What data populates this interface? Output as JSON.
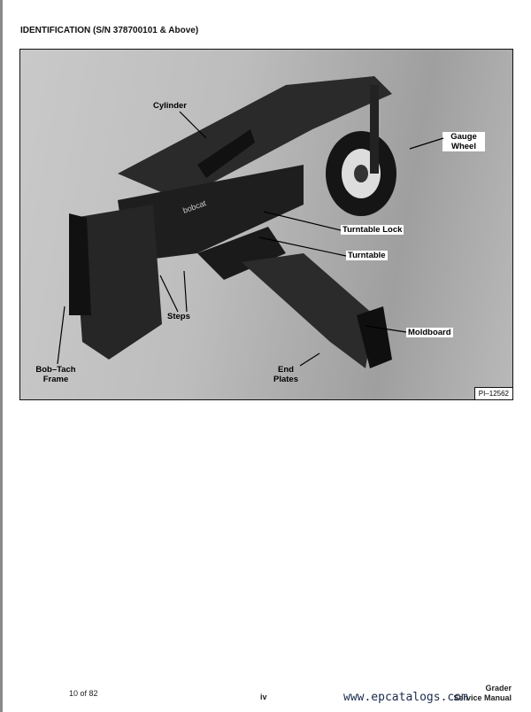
{
  "header": {
    "title": "IDENTIFICATION (S/N 378700101 & Above)"
  },
  "figure": {
    "labels": {
      "cylinder": "Cylinder",
      "gauge_wheel": "Gauge Wheel",
      "turntable_lock": "Turntable Lock",
      "turntable": "Turntable",
      "steps": "Steps",
      "moldboard": "Moldboard",
      "bob_tach_frame": "Bob–Tach Frame",
      "end_plates": "End Plates"
    },
    "brand_logo": "bobcat",
    "photo_id": "PI–12562"
  },
  "footer": {
    "page_count": "10 of 82",
    "page_number": "iv",
    "doc_title_line1": "Grader",
    "doc_title_line2": "Service Manual",
    "watermark": "www.epcatalogs.com"
  }
}
